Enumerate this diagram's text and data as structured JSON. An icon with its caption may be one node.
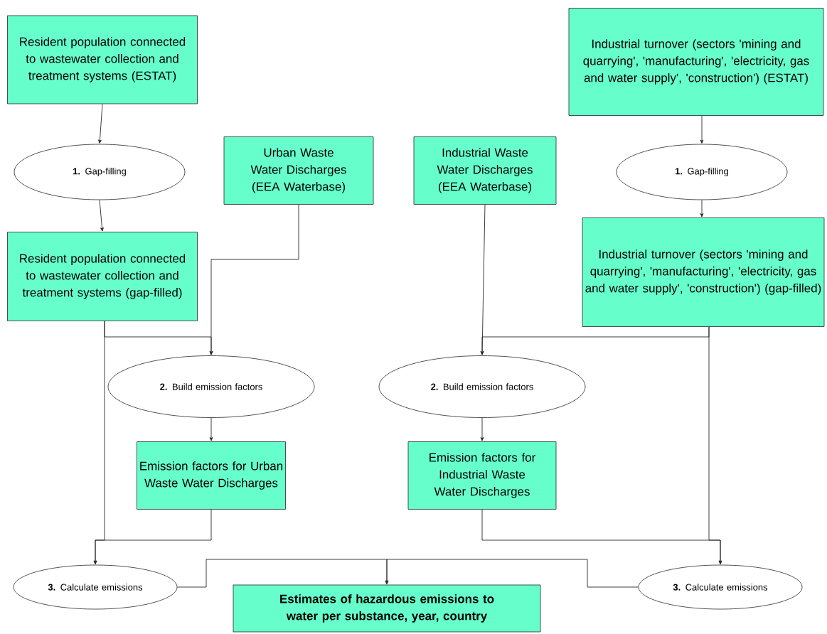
{
  "diagram": {
    "nodes": [
      {
        "text": [
          "Resident population connected to wastewater collection and treatment systems (ESTAT)"
        ]
      },
      {
        "text": [
          "**1.** Gap-filling"
        ]
      },
      {
        "text": [
          "Resident population connected to wastewater collection and treatment systems (gap-filled)"
        ]
      },
      {
        "text": [
          "Urban Waste Water Discharges (EEA Waterbase)"
        ]
      },
      {
        "text": [
          "Industrial Waste Water Discharges (EEA Waterbase)"
        ]
      },
      {
        "text": [
          "Industrial turnover (sectors 'mining and quarrying', 'manufacturing', 'electricity, gas and water supply', 'construction') (ESTAT)"
        ]
      },
      {
        "text": [
          "**1.** Gap-filling"
        ]
      },
      {
        "text": [
          "Industrial turnover (sectors 'mining and quarrying', 'manufacturing', 'electricity, gas and water supply', 'construction') (gap-filled)"
        ]
      },
      {
        "text": [
          "**2.** Build emission factors"
        ]
      },
      {
        "text": [
          "**2.** Build emission factors"
        ]
      },
      {
        "text": [
          "Emission factors for Urban Waste Water Discharges"
        ]
      },
      {
        "text": [
          "Emission factors for Industrial Waste Water Discharges"
        ]
      },
      {
        "text": [
          "**3.** Calculate emissions"
        ]
      },
      {
        "text": [
          "**3.** Calculate emissions"
        ]
      },
      {
        "text": [
          "Estimates of hazardous emissions to water per substance, year, country"
        ]
      }
    ],
    "edges": [
      {
        "from": 0,
        "to": 1,
        "arrow": "to"
      },
      {
        "from": 1,
        "to": 2,
        "arrow": "to"
      },
      {
        "from": 2,
        "to": 8,
        "arrow": "to"
      },
      {
        "from": 3,
        "to": 8,
        "arrow": "to"
      },
      {
        "from": 2,
        "to": 12,
        "arrow": "to"
      },
      {
        "from": 8,
        "to": 10,
        "arrow": "to"
      },
      {
        "from": 10,
        "to": 12,
        "arrow": "to"
      },
      {
        "from": 5,
        "to": 6,
        "arrow": "to"
      },
      {
        "from": 6,
        "to": 7,
        "arrow": "to"
      },
      {
        "from": 4,
        "to": 9,
        "arrow": "to"
      },
      {
        "from": 7,
        "to": 9,
        "arrow": "to"
      },
      {
        "from": 7,
        "to": 13,
        "arrow": "to"
      },
      {
        "from": 9,
        "to": 11,
        "arrow": "to"
      },
      {
        "from": 11,
        "to": 13,
        "arrow": "to"
      },
      {
        "from": 12,
        "to": 14,
        "arrow": "to"
      },
      {
        "from": 13,
        "to": 14,
        "arrow": "to"
      }
    ]
  }
}
